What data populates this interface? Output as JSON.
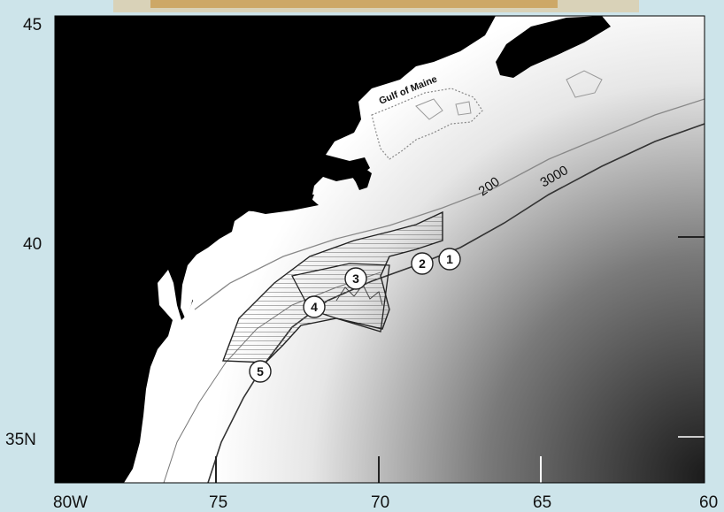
{
  "map": {
    "place_label": "Gulf of Maine",
    "contours": {
      "shelf_label": "200",
      "deep_label": "3000"
    },
    "lat_labels": {
      "north": "45",
      "mid": "40",
      "south": "35N"
    },
    "lon_labels": [
      "80W",
      "75",
      "70",
      "65",
      "60"
    ],
    "sites": [
      "1",
      "2",
      "3",
      "4",
      "5"
    ]
  },
  "colors": {
    "frame": "#cde4ea",
    "land": "#000000",
    "ocean_light": "#ffffff",
    "ocean_dark": "#1a1a1a"
  }
}
